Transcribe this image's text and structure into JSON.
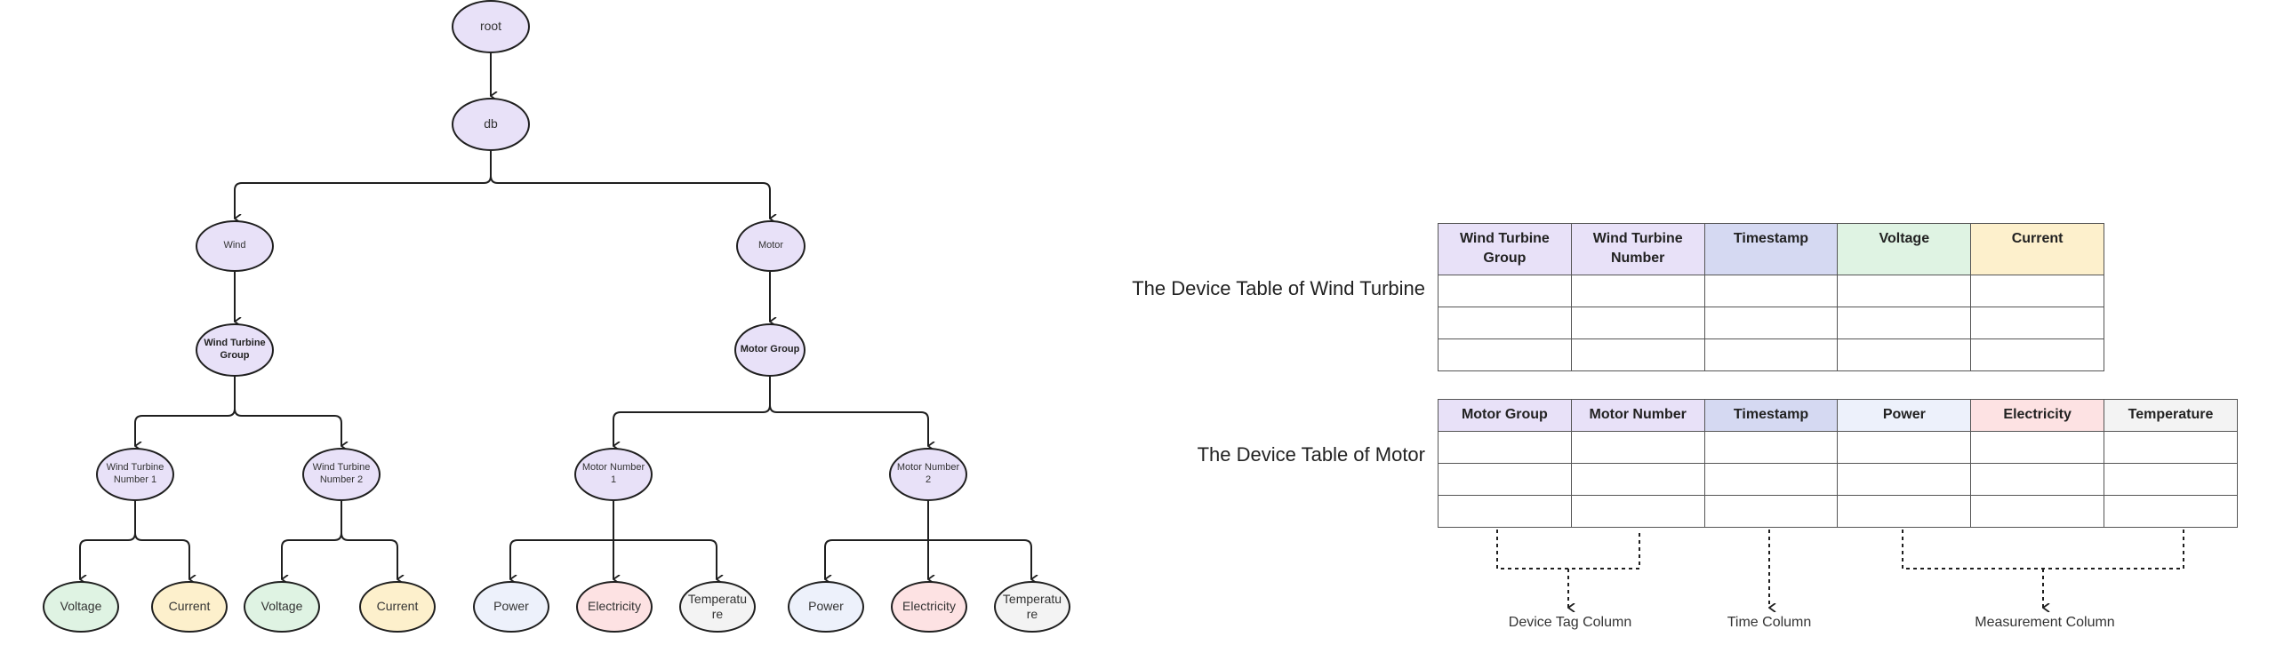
{
  "tree": {
    "root": "root",
    "db": "db",
    "wind": "Wind",
    "motor": "Motor",
    "wind_group": "Wind Turbine Group",
    "motor_group": "Motor Group",
    "wt1": "Wind Turbine Number 1",
    "wt2": "Wind Turbine Number 2",
    "m1": "Motor Number  1",
    "m2": "Motor Number  2",
    "leaves": {
      "wt1_voltage": "Voltage",
      "wt1_current": "Current",
      "wt2_voltage": "Voltage",
      "wt2_current": "Current",
      "m1_power": "Power",
      "m1_electricity": "Electricity",
      "m1_temperature": "Temperatu re",
      "m2_power": "Power",
      "m2_electricity": "Electricity",
      "m2_temperature": "Temperatu re"
    }
  },
  "wind_table": {
    "label": "The Device Table of Wind Turbine",
    "headers": [
      "Wind Turbine Group",
      "Wind Turbine Number",
      "Timestamp",
      "Voltage",
      "Current"
    ]
  },
  "motor_table": {
    "label": "The Device Table of Motor",
    "headers": [
      "Motor Group",
      "Motor Number",
      "Timestamp",
      "Power",
      "Electricity",
      "Temperature"
    ]
  },
  "column_labels": {
    "device_tag": "Device Tag Column",
    "time": "Time Column",
    "measurement": "Measurement Column"
  },
  "colors": {
    "purple": "#e8e1f8",
    "indigo": "#d5d9f2",
    "green": "#dff3e3",
    "yellow": "#fdf0cc",
    "blue": "#edf1fb",
    "pink": "#fde2e3",
    "gray": "#f3f3f3"
  }
}
